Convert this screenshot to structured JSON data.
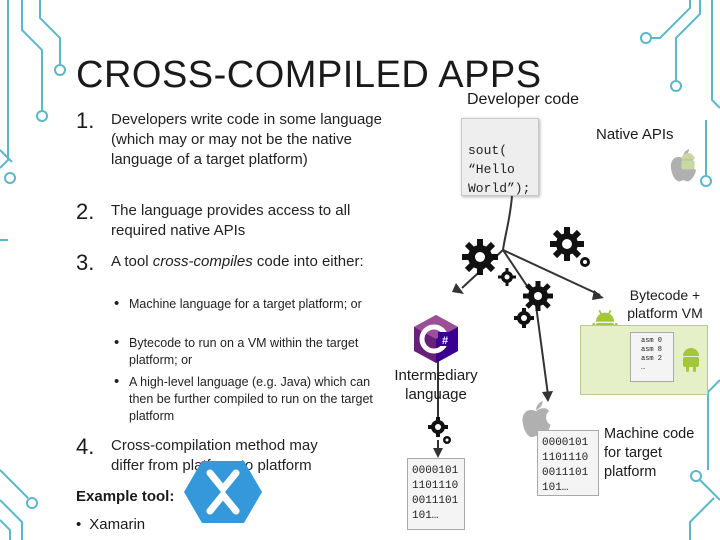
{
  "title": "CROSS-COMPILED APPS",
  "list": [
    {
      "num": "1.",
      "text": "Developers write code in some language (which may or may not be the native language of a target platform)"
    },
    {
      "num": "2.",
      "text": "The language provides access to all required native APIs"
    },
    {
      "num": "3.",
      "text_before": "A tool ",
      "text_em": "cross-compiles",
      "text_after": " code into either:"
    },
    {
      "num": "4.",
      "text": "Cross-compilation method may differ from platform to platform"
    }
  ],
  "subitems": [
    "Machine language for a target platform; or",
    "Bytecode to run on a VM within the target platform; or",
    "A high-level language (e.g. Java) which can then be further compiled to run on the target platform"
  ],
  "example": {
    "label": "Example tool:",
    "tool": "Xamarin"
  },
  "diagram": {
    "developer_code_label": "Developer code",
    "code_sample": "sout(\n“Hello\nWorld”);",
    "native_apis_label": "Native APIs",
    "bytecode_label": "Bytecode + platform VM",
    "intermediary_label": "Intermediary language",
    "machine_code_label": "Machine code for target platform",
    "binary_left": "0000101\n1101110\n0011101\n101…",
    "binary_right": "0000101\n1101110\n0011101\n101…",
    "asm": "asm 0\nasm 8\nasm 2\n…",
    "csharp_symbol": "#"
  },
  "colors": {
    "circuit": "#5ab8c8",
    "android": "#a4c639",
    "csharp_dark": "#390091",
    "csharp_light": "#9b4f96",
    "xamarin": "#3498db",
    "apple": "#b0b0b0"
  },
  "icons": [
    "gear-icon",
    "android-icon",
    "apple-icon",
    "csharp-icon",
    "xamarin-icon"
  ]
}
